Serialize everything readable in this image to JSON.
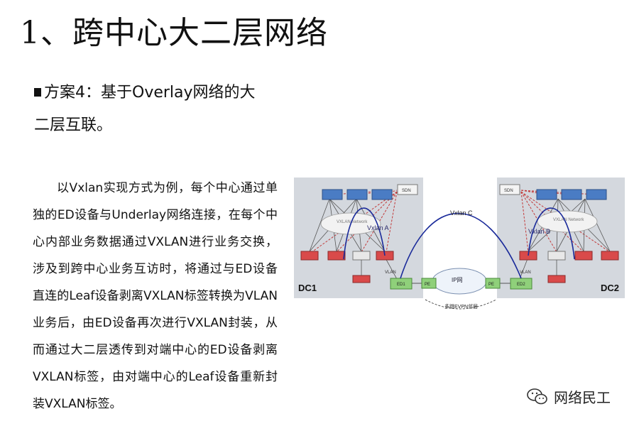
{
  "slide": {
    "title": "1、跨中心大二层网络",
    "subtitle": "方案4：基于Overlay网络的大二层互联。",
    "body": "以Vxlan实现方式为例，每个中心通过单独的ED设备与Underlay网络连接，在每个中心内部业务数据通过VXLAN进行业务交换，涉及到跨中心业务互访时，将通过与ED设备直连的Leaf设备剥离VXLAN标签转换为VLAN业务后，由ED设备再次进行VXLAN封装，从而通过大二层透传到对端中心的ED设备剥离VXLAN标签，由对端中心的Leaf设备重新封装VXLAN标签。"
  },
  "diagram": {
    "dc1_label": "DC1",
    "dc2_label": "DC2",
    "vxlan_a": "Vxlan A",
    "vxlan_b": "Vxlan B",
    "vxlan_c": "Vxlan C",
    "sdn_left": "SDN",
    "sdn_right": "SDN",
    "vxlan_network_left": "VXLAN Network",
    "vxlan_network_right": "VXLAN Network",
    "vlan_left": "VLAN",
    "vlan_right": "VLAN",
    "ed1": "ED1",
    "ed2": "ED2",
    "pe_left": "PE",
    "pe_right": "PE",
    "ip_net": "IP网",
    "evpn_note": "多跳EVPN邻居",
    "colors": {
      "panel": "#d4d8de",
      "spine": "#4a7cc4",
      "leaf": "#d94a4a",
      "ed": "#8fd07a",
      "curve": "#1a2a9a",
      "dashed": "#c23a3a"
    }
  },
  "watermark": {
    "text": "网络民工",
    "icon": "wechat-icon"
  }
}
